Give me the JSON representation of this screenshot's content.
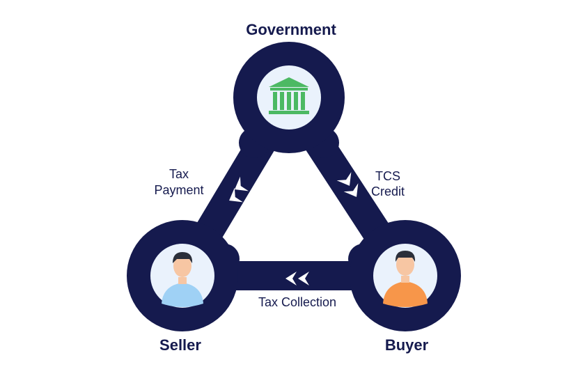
{
  "nodes": {
    "government": {
      "label": "Government",
      "icon": "bank-building-icon"
    },
    "seller": {
      "label": "Seller",
      "icon": "seller-avatar-icon"
    },
    "buyer": {
      "label": "Buyer",
      "icon": "buyer-avatar-icon"
    }
  },
  "edges": {
    "tax_payment": {
      "line1": "Tax",
      "line2": "Payment"
    },
    "tcs_credit": {
      "line1": "TCS",
      "line2": "Credit"
    },
    "tax_collection": {
      "label": "Tax Collection"
    }
  },
  "colors": {
    "navy": "#151a4e",
    "icon_bg": "#eaf2fc",
    "building_green": "#4cb963",
    "seller_shirt": "#9fd1f5",
    "buyer_shirt": "#f7964a",
    "skin": "#f7c6a3",
    "hair": "#2b2f3a"
  }
}
